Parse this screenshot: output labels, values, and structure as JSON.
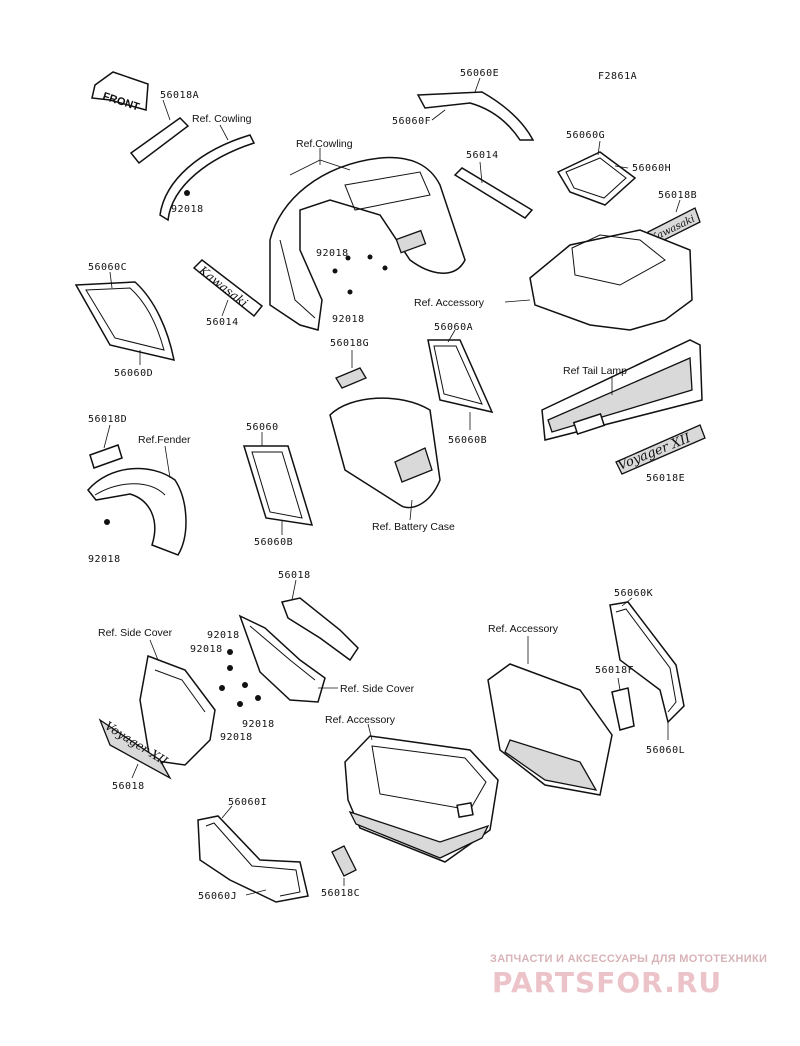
{
  "figure_code": "F2861A",
  "front_arrow": "FRONT",
  "labels": {
    "p56018A": "56018A",
    "ref_cowling_1": "Ref. Cowling",
    "ref_cowling_2": "Ref.Cowling",
    "p92018_a": "92018",
    "p56060E": "56060E",
    "p56060F": "56060F",
    "p56014_a": "56014",
    "p56060G": "56060G",
    "p56060H": "56060H",
    "p56018B": "56018B",
    "p92018_b": "92018",
    "p92018_c": "92018",
    "p56060C": "56060C",
    "p56014_b": "56014",
    "p56060D": "56060D",
    "ref_accessory_1": "Ref. Accessory",
    "p56060A": "56060A",
    "p56018G": "56018G",
    "p56060B_a": "56060B",
    "ref_tail_lamp": "Ref  Tail Lamp",
    "p56018E": "56018E",
    "p56018D": "56018D",
    "ref_fender": "Ref.Fender",
    "p56060": "56060",
    "p92018_d": "92018",
    "p56060B_b": "56060B",
    "ref_battery_case": "Ref. Battery Case",
    "p56018_a": "56018",
    "p56060K": "56060K",
    "ref_side_cover_1": "Ref. Side Cover",
    "p92018_e": "92018",
    "p92018_f": "92018",
    "ref_accessory_2": "Ref. Accessory",
    "ref_side_cover_2": "Ref. Side Cover",
    "p56018F": "56018F",
    "p92018_g": "92018",
    "p92018_h": "92018",
    "ref_accessory_3": "Ref. Accessory",
    "p56018_b": "56018",
    "p56060L": "56060L",
    "p56060I": "56060I",
    "p56060J": "56060J",
    "p56018C": "56018C"
  },
  "watermark": {
    "line1": "ЗАПЧАСТИ И АКСЕССУАРЫ ДЛЯ МОТОТЕХНИКИ",
    "line2": "PARTSFOR.RU"
  },
  "emblems": {
    "kawasaki": "Kawasaki",
    "voyager": "Voyager XII"
  },
  "colors": {
    "ink": "#111111",
    "watermark": "#e8b9be"
  }
}
